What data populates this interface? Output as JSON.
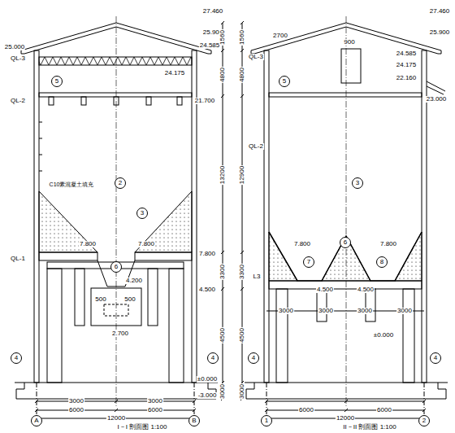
{
  "diagram": {
    "labels": [
      "27.460",
      "25.900",
      "25.000",
      "24.585",
      "24.175",
      "QL-3",
      "21.700",
      "QL-2",
      "C10素混凝土填充",
      "7.800",
      "7.800",
      "7.800",
      "QL-1",
      "4.200",
      "500",
      "500",
      "4.500",
      "2.700",
      "±0.000",
      "-3.000",
      "1560",
      "4800",
      "13200",
      "3300",
      "4500",
      "3000",
      "3000",
      "3000",
      "6000",
      "6000",
      "12000",
      "A",
      "B",
      "I－I 剖面图 1:100",
      "5",
      "2",
      "3",
      "6",
      "4",
      "4",
      "2700",
      "900",
      "27.460",
      "25.900",
      "24.585",
      "24.175",
      "22.160",
      "23.000",
      "QL-3",
      "QL-2",
      "L3",
      "7.800",
      "7.800",
      "4.500",
      "4.500",
      "3000",
      "3000",
      "3000",
      "3000",
      "±0.000",
      "1560",
      "4800",
      "12900",
      "3300",
      "4500",
      "3000",
      "6000",
      "6000",
      "12000",
      "1",
      "2",
      "II－II 剖面图 1:100",
      "5",
      "3",
      "6",
      "7",
      "8",
      "4",
      "4"
    ]
  }
}
